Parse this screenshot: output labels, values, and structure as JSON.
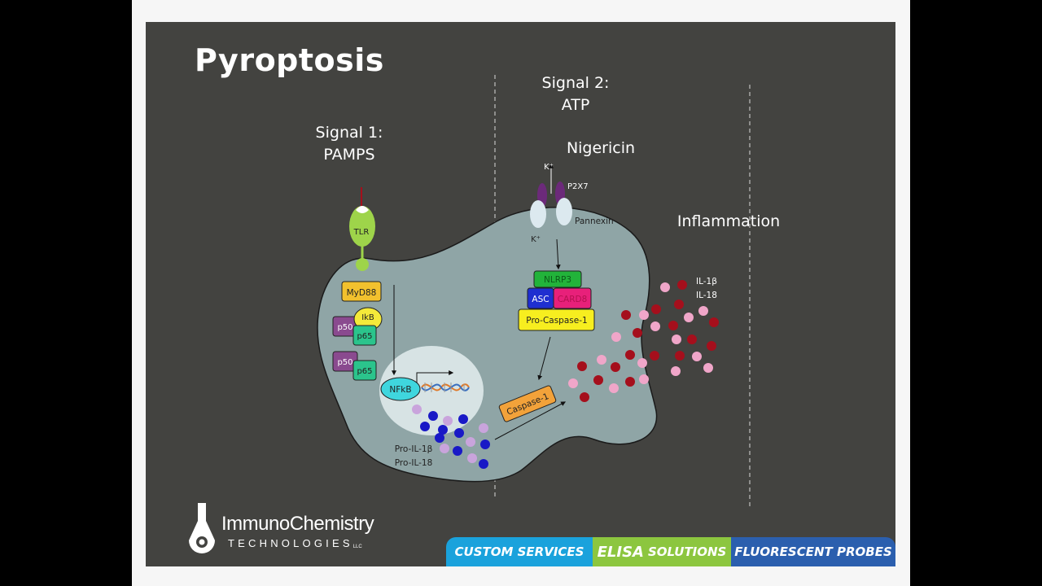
{
  "slide": {
    "title": "Pyroptosis",
    "signal1_line1": "Signal 1:",
    "signal1_line2": "PAMPS",
    "signal2_line1": "Signal 2:",
    "signal2_line2": "ATP",
    "nigericin": "Nigericin",
    "inflammation": "Inflammation"
  },
  "cell": {
    "tlr": "TLR",
    "myd88": "MyD88",
    "ikb": "IkB",
    "p50": "p50",
    "p65": "p65",
    "nfkb": "NFkB",
    "pro_il1b": "Pro-IL-1β",
    "pro_il18": "Pro-IL-18",
    "k_plus_out": "K⁺",
    "k_plus_in": "K⁺",
    "p2x7": "P2X7",
    "pannexin": "Pannexin",
    "nlrp3": "NLRP3",
    "asc": "ASC",
    "card8": "CARD8",
    "pro_caspase1": "Pro-Caspase-1",
    "caspase1": "Caspase-1",
    "il1b": "IL-1β",
    "il18": "IL-18"
  },
  "colors": {
    "slide_bg": "#434340",
    "cell_fill": "#8fa5a6",
    "nucleus_fill": "#d7e3e4",
    "tlr": "#9ed44a",
    "myd88": "#f2c12e",
    "p50": "#8a4a8f",
    "p65": "#2bc48c",
    "ikb": "#f4ea3a",
    "nfkb": "#3fd6de",
    "nlrp3": "#22b33a",
    "asc": "#1f2fd0",
    "card8": "#e8207a",
    "pro_caspase1": "#f7ee1f",
    "caspase1": "#f2a23a",
    "p2x7": "#6c2a7a",
    "il_dark": "#a50f1c",
    "il_pink": "#f0a6c9",
    "pro_dark": "#1919c6",
    "pro_light": "#c9a4dc"
  },
  "brand": {
    "name": "ImmunoChemistry",
    "sub": "TECHNOLOGIES",
    "llc": "LLC",
    "logo_icon": "flask-drop-icon"
  },
  "tabs": [
    {
      "label": "CUSTOM SERVICES",
      "color": "#1aa2dc"
    },
    {
      "label_big": "ELISA",
      "label": "SOLUTIONS",
      "color": "#8cc63f"
    },
    {
      "label": "FLUORESCENT PROBES",
      "color": "#2b5fae"
    }
  ]
}
